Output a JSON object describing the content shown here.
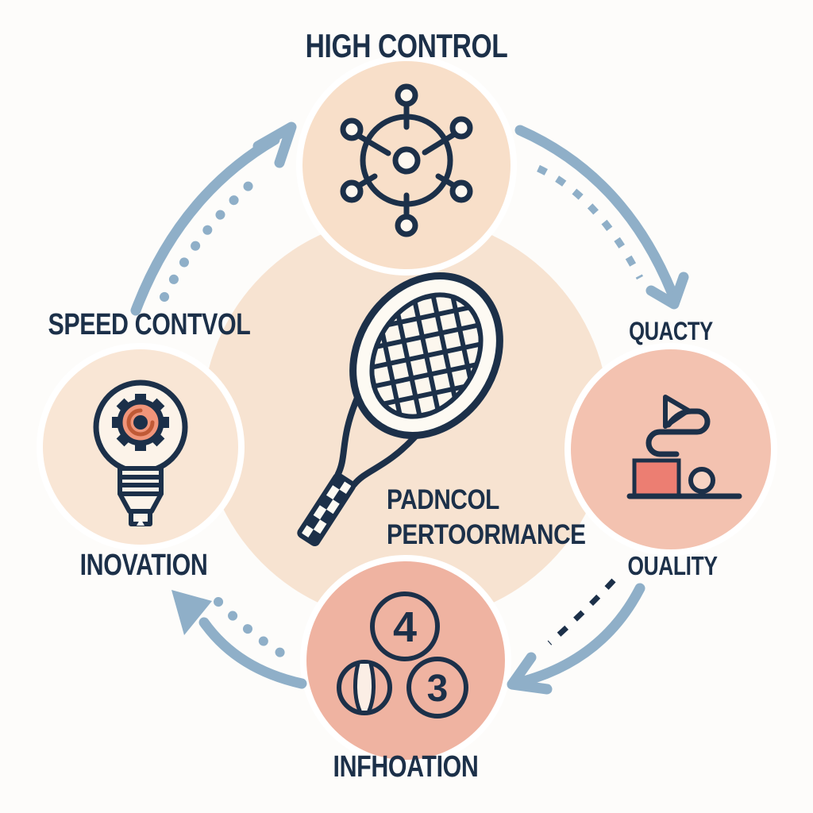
{
  "diagram": {
    "center": {
      "caption_line1": "PADNCOL",
      "caption_line2": "PERTOORMANCE",
      "icon": "tennis-racket-icon"
    },
    "nodes": [
      {
        "id": "top",
        "label": "HIGH CONTROL",
        "icon": "network-hub-icon"
      },
      {
        "id": "right",
        "label_top": "QUACTY",
        "label_bottom": "OUALITY",
        "icon": "flag-milestone-icon"
      },
      {
        "id": "bottom",
        "label": "INFHOATION",
        "icon": "numbered-steps-icon",
        "badges": [
          "4",
          "3"
        ]
      },
      {
        "id": "left",
        "label_top": "SPEED CONTVOL",
        "label_bottom": "INOVATION",
        "icon": "lightbulb-gear-icon"
      }
    ],
    "arrows": [
      {
        "id": "top-left",
        "style": "solid-with-round-dots",
        "direction": "to-top-node"
      },
      {
        "id": "top-right",
        "style": "solid-with-square-dash",
        "direction": "to-right-node"
      },
      {
        "id": "bottom-right",
        "style": "solid-with-navy-dash",
        "direction": "to-bottom-node"
      },
      {
        "id": "bottom-left",
        "style": "solid-with-round-dots",
        "direction": "to-left-node"
      }
    ],
    "colors": {
      "navy": "#1c3049",
      "arrow_blue": "#8fafc8",
      "center_circle": "#f7e3d1",
      "top_circle": "#f8dfc9",
      "left_circle": "#f9e6d5",
      "right_circle": "#f3c2b0",
      "bottom_circle": "#efb3a1",
      "accent_red": "#ec7e72",
      "gear_fill": "#f0957a",
      "bulb_fill": "#fcf3e9"
    }
  }
}
